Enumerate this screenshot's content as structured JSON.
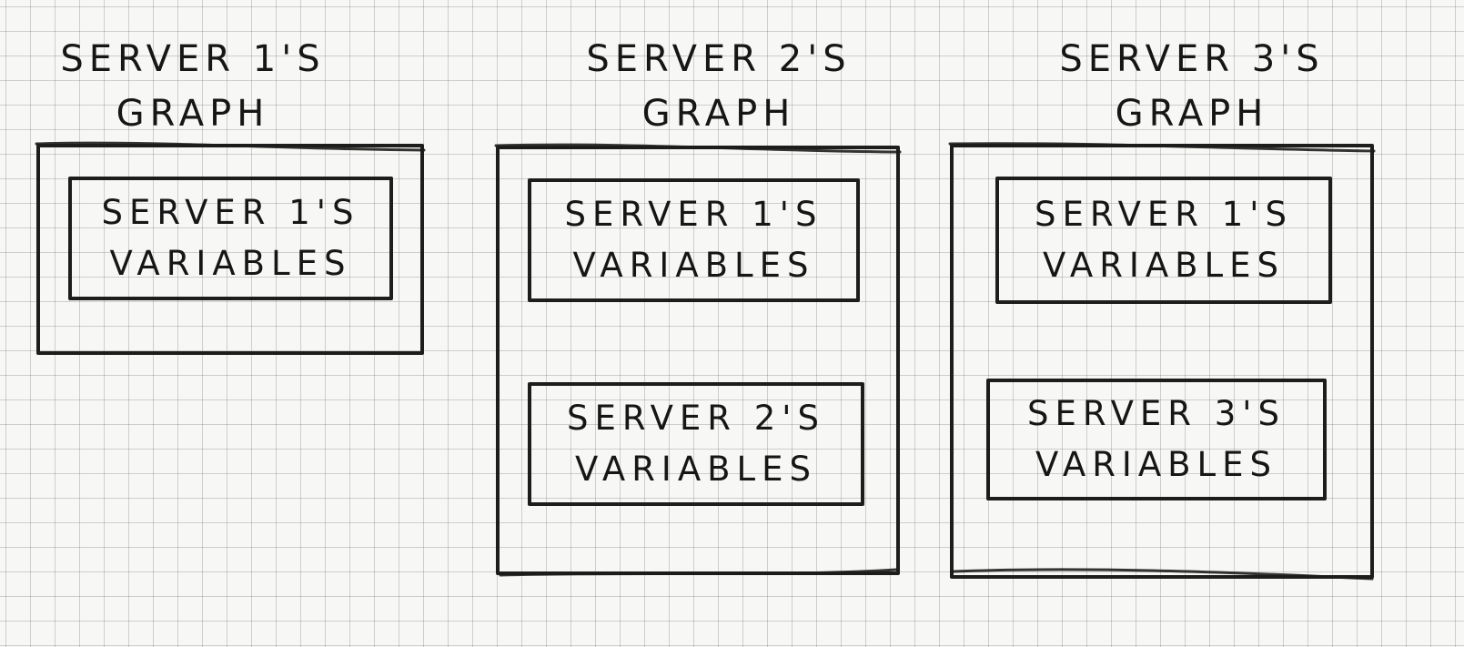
{
  "graphs": [
    {
      "title": "SERVER 1's\nGRAPH",
      "variables": [
        {
          "label": "SERVER 1's\nVARIABLES"
        }
      ]
    },
    {
      "title": "SERVER 2's\nGRAPH",
      "variables": [
        {
          "label": "SERVER 1's\nVARIABLES"
        },
        {
          "label": "SERVER 2's\nVARIABLES"
        }
      ]
    },
    {
      "title": "SERVER 3's\nGRAPH",
      "variables": [
        {
          "label": "SERVER 1's\nVARIABLES"
        },
        {
          "label": "SERVER 3's\nVARIABLES"
        }
      ]
    }
  ]
}
